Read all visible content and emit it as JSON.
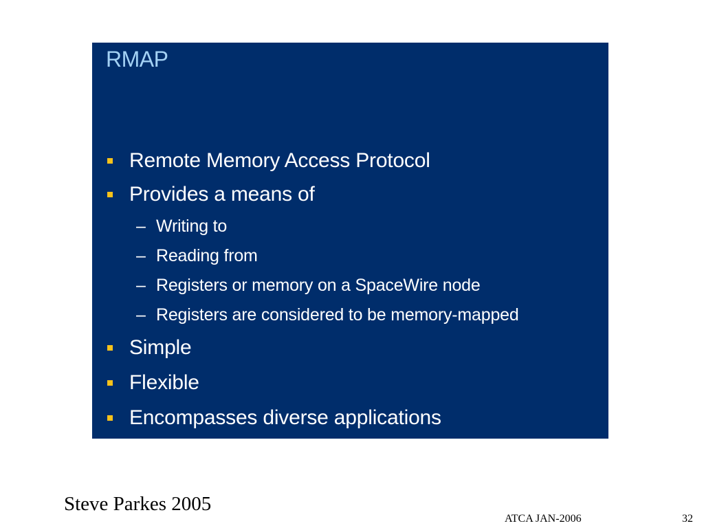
{
  "slide": {
    "title": "RMAP",
    "bullets": [
      "Remote Memory Access Protocol",
      "Provides a means of",
      "Simple",
      "Flexible",
      "Encompasses diverse applications"
    ],
    "sub_bullets": [
      "Writing to",
      "Reading from",
      "Registers or memory on a SpaceWire node",
      "Registers are considered to be memory-mapped"
    ],
    "dash": "–"
  },
  "footer": {
    "author": "Steve Parkes 2005",
    "event": "ATCA JAN-2006",
    "page_number": "32"
  },
  "colors": {
    "panel_background": "#002d6b",
    "title": "#a3d1f4",
    "bullet_marker": "#f6c21b",
    "body_text": "#ffffff"
  }
}
